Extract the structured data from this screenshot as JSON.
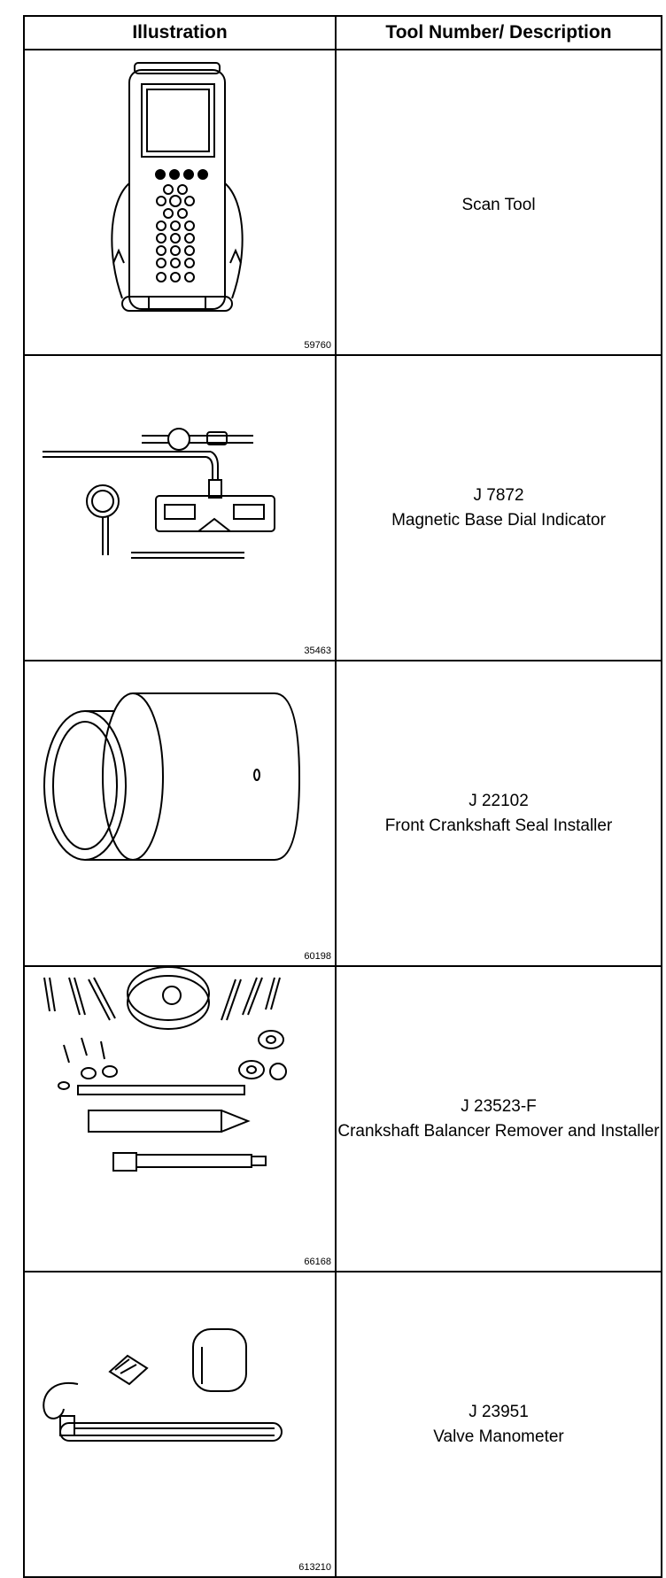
{
  "table": {
    "headers": [
      "Illustration",
      "Tool Number/ Description"
    ],
    "rows": [
      {
        "figure": "59760",
        "tool_number": "",
        "description": "Scan Tool"
      },
      {
        "figure": "35463",
        "tool_number": "J 7872",
        "description": "Magnetic Base Dial Indicator"
      },
      {
        "figure": "60198",
        "tool_number": "J 22102",
        "description": "Front Crankshaft Seal Installer"
      },
      {
        "figure": "66168",
        "tool_number": "J 23523-F",
        "description": "Crankshaft Balancer Remover and Installer"
      },
      {
        "figure": "613210",
        "tool_number": "J 23951",
        "description": "Valve Manometer"
      }
    ]
  }
}
